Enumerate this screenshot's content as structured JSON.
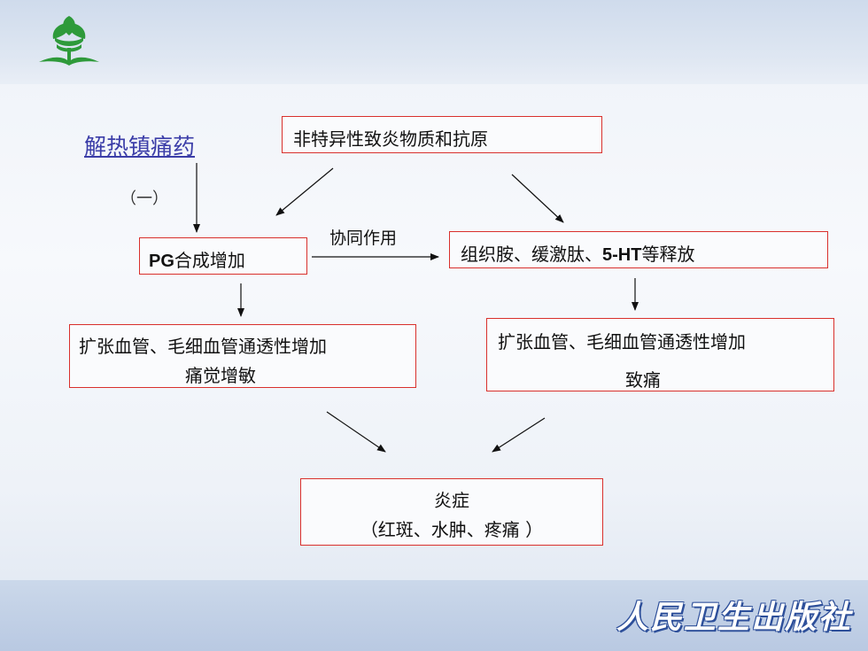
{
  "title_link": "解热镇痛药",
  "label_one": "（一）",
  "label_synergy": "协同作用",
  "boxes": {
    "top": [
      "非特异性致炎物质和抗原"
    ],
    "pg": {
      "bold": "PG",
      "rest": "合成增加"
    },
    "histamine": {
      "pre": "组织胺、缓激肽、",
      "bold": "5-HT",
      "post": "等释放"
    },
    "left_effect": [
      "扩张血管、毛细血管通透性增加",
      "痛觉增敏"
    ],
    "right_effect": [
      "扩张血管、毛细血管通透性增加",
      "致痛"
    ],
    "inflammation": [
      "炎症",
      "（红斑、水肿、疼痛 ）"
    ]
  },
  "publisher": "人民卫生出版社",
  "colors": {
    "box_border": "#d9302c",
    "link": "#3b3da8",
    "logo_green": "#2e9a3a"
  }
}
